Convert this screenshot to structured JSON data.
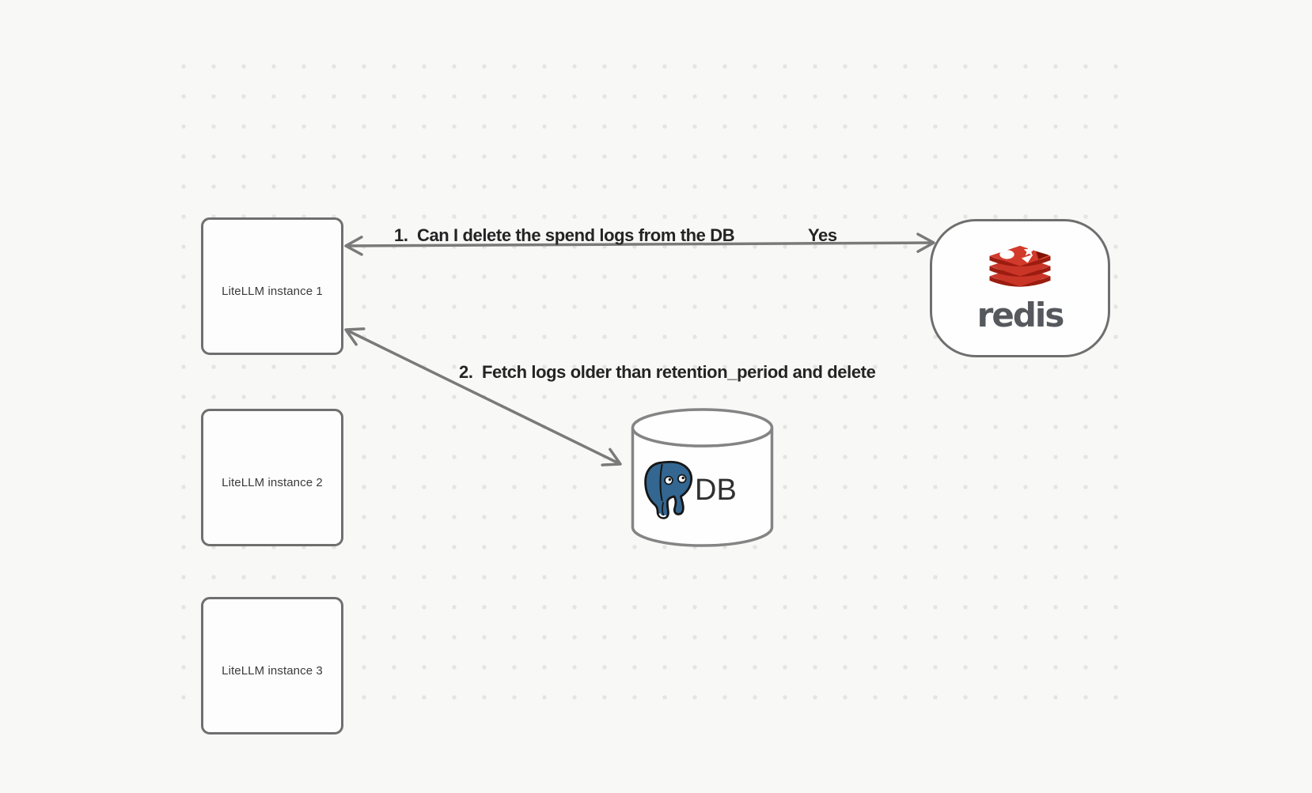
{
  "diagram": {
    "nodes": {
      "instances": [
        {
          "label": "LiteLLM instance 1"
        },
        {
          "label": "LiteLLM instance 2"
        },
        {
          "label": "LiteLLM instance 3"
        }
      ],
      "redis": {
        "name": "Redis",
        "wordmark": "redis"
      },
      "db": {
        "label": "DB",
        "logo": "postgresql-elephant"
      }
    },
    "edges": [
      {
        "id": "1",
        "from": "LiteLLM instance 1",
        "to": "Redis",
        "label": "1.  Can I delete the spend logs from the DB",
        "response": "Yes",
        "double_headed": true
      },
      {
        "id": "2",
        "from": "LiteLLM instance 1",
        "to": "DB",
        "label": "2.  Fetch logs older than retention_period and delete",
        "double_headed": true
      }
    ],
    "colors": {
      "background": "#f8f8f7",
      "dot_grid": "#e4e4e2",
      "node_border": "#6f6f6f",
      "arrow": "#7a7a7a",
      "label_text": "#242424",
      "node_text": "#3b3b3b",
      "redis_red": "#c93527",
      "redis_red_dark": "#9c1c10",
      "redis_wordmark_gray": "#55585c",
      "postgres_blue": "#336791"
    }
  }
}
